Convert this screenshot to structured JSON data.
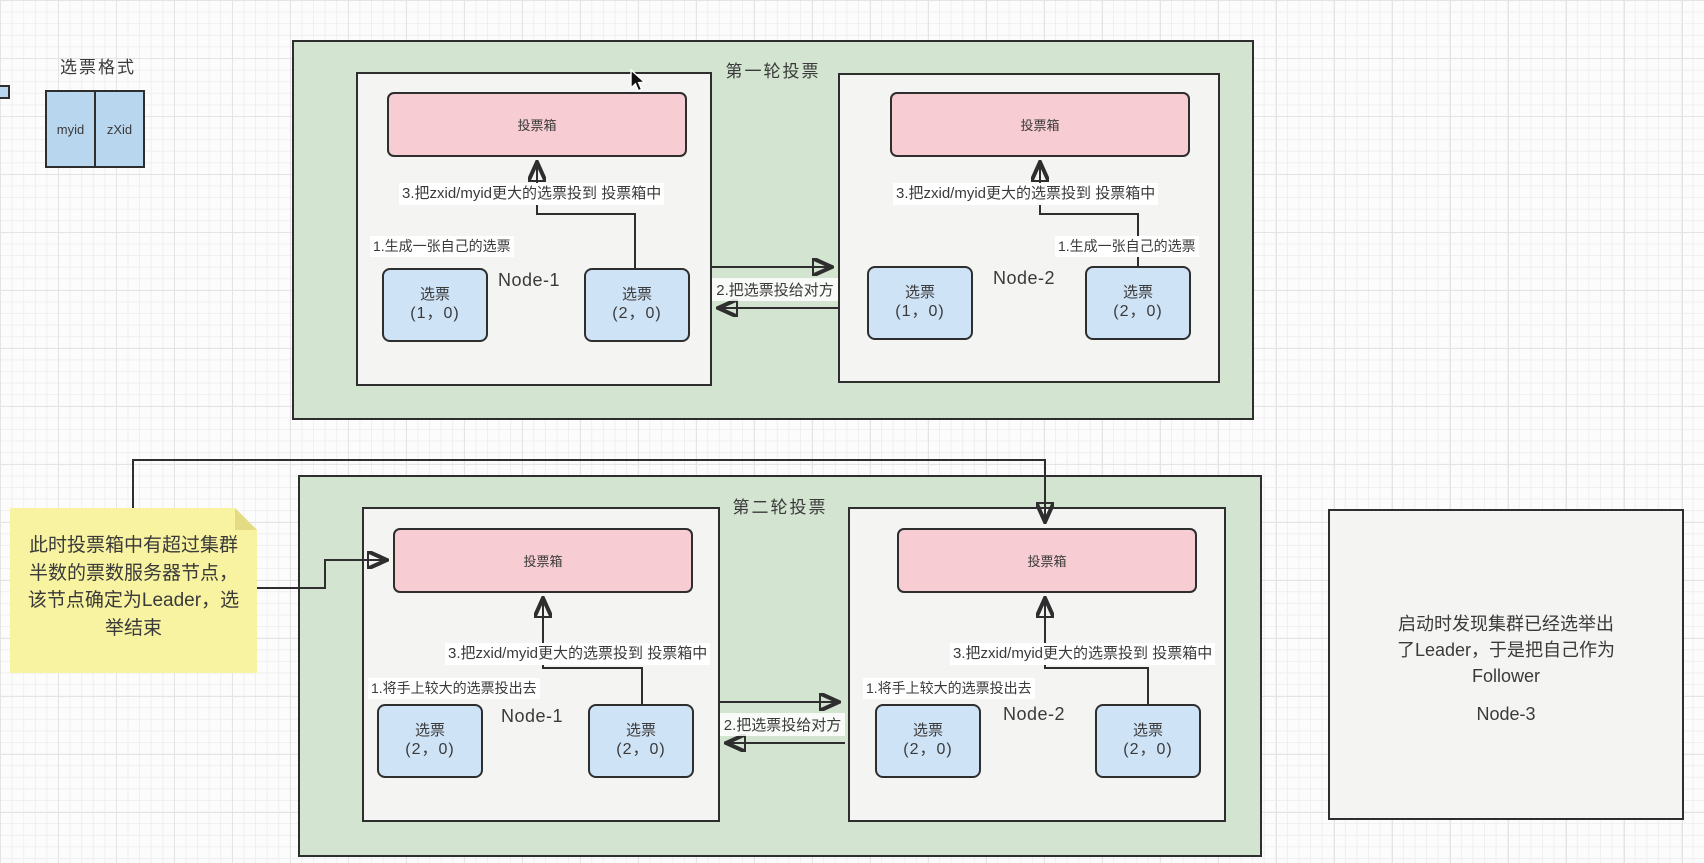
{
  "legend": {
    "title": "选票格式",
    "cells": [
      "myid",
      "zXid"
    ]
  },
  "round1": {
    "title": "第一轮投票",
    "exchange_label": "2.把选票投给对方",
    "node1": {
      "name": "Node-1",
      "ballot_box": "投票箱",
      "step1": "1.生成一张自己的选票",
      "step3": "3.把zxid/myid更大的选票投到 投票箱中",
      "votes": [
        {
          "label": "选票",
          "value": "(1，0)"
        },
        {
          "label": "选票",
          "value": "(2，0)"
        }
      ]
    },
    "node2": {
      "name": "Node-2",
      "ballot_box": "投票箱",
      "step1": "1.生成一张自己的选票",
      "step3": "3.把zxid/myid更大的选票投到 投票箱中",
      "votes": [
        {
          "label": "选票",
          "value": "(1，0)"
        },
        {
          "label": "选票",
          "value": "(2，0)"
        }
      ]
    }
  },
  "round2": {
    "title": "第二轮投票",
    "exchange_label": "2.把选票投给对方",
    "node1": {
      "name": "Node-1",
      "ballot_box": "投票箱",
      "step1": "1.将手上较大的选票投出去",
      "step3": "3.把zxid/myid更大的选票投到 投票箱中",
      "votes": [
        {
          "label": "选票",
          "value": "(2，0)"
        },
        {
          "label": "选票",
          "value": "(2，0)"
        }
      ]
    },
    "node2": {
      "name": "Node-2",
      "ballot_box": "投票箱",
      "step1": "1.将手上较大的选票投出去",
      "step3": "3.把zxid/myid更大的选票投到 投票箱中",
      "votes": [
        {
          "label": "选票",
          "value": "(2，0)"
        },
        {
          "label": "选票",
          "value": "(2，0)"
        }
      ]
    }
  },
  "sticky_note": {
    "text": "此时投票箱中有超过集群\n半数的票数服务器节点，\n该节点确定为Leader，选\n举结束"
  },
  "node3": {
    "text": "启动时发现集群已经选举出\n了Leader，于是把自己作为\nFollower",
    "name": "Node-3"
  },
  "colors": {
    "container_green": "#d3e5d0",
    "ballot_pink": "#f7cdd3",
    "vote_blue": "#cfe3f7",
    "format_blue": "#b9d6ef",
    "node_box_gray": "#f4f4f2",
    "note_yellow": "#f8f3a1",
    "note_fold": "#e3dc85",
    "line_dark": "#2e2e2e",
    "text_dark": "#3a3a3a"
  }
}
